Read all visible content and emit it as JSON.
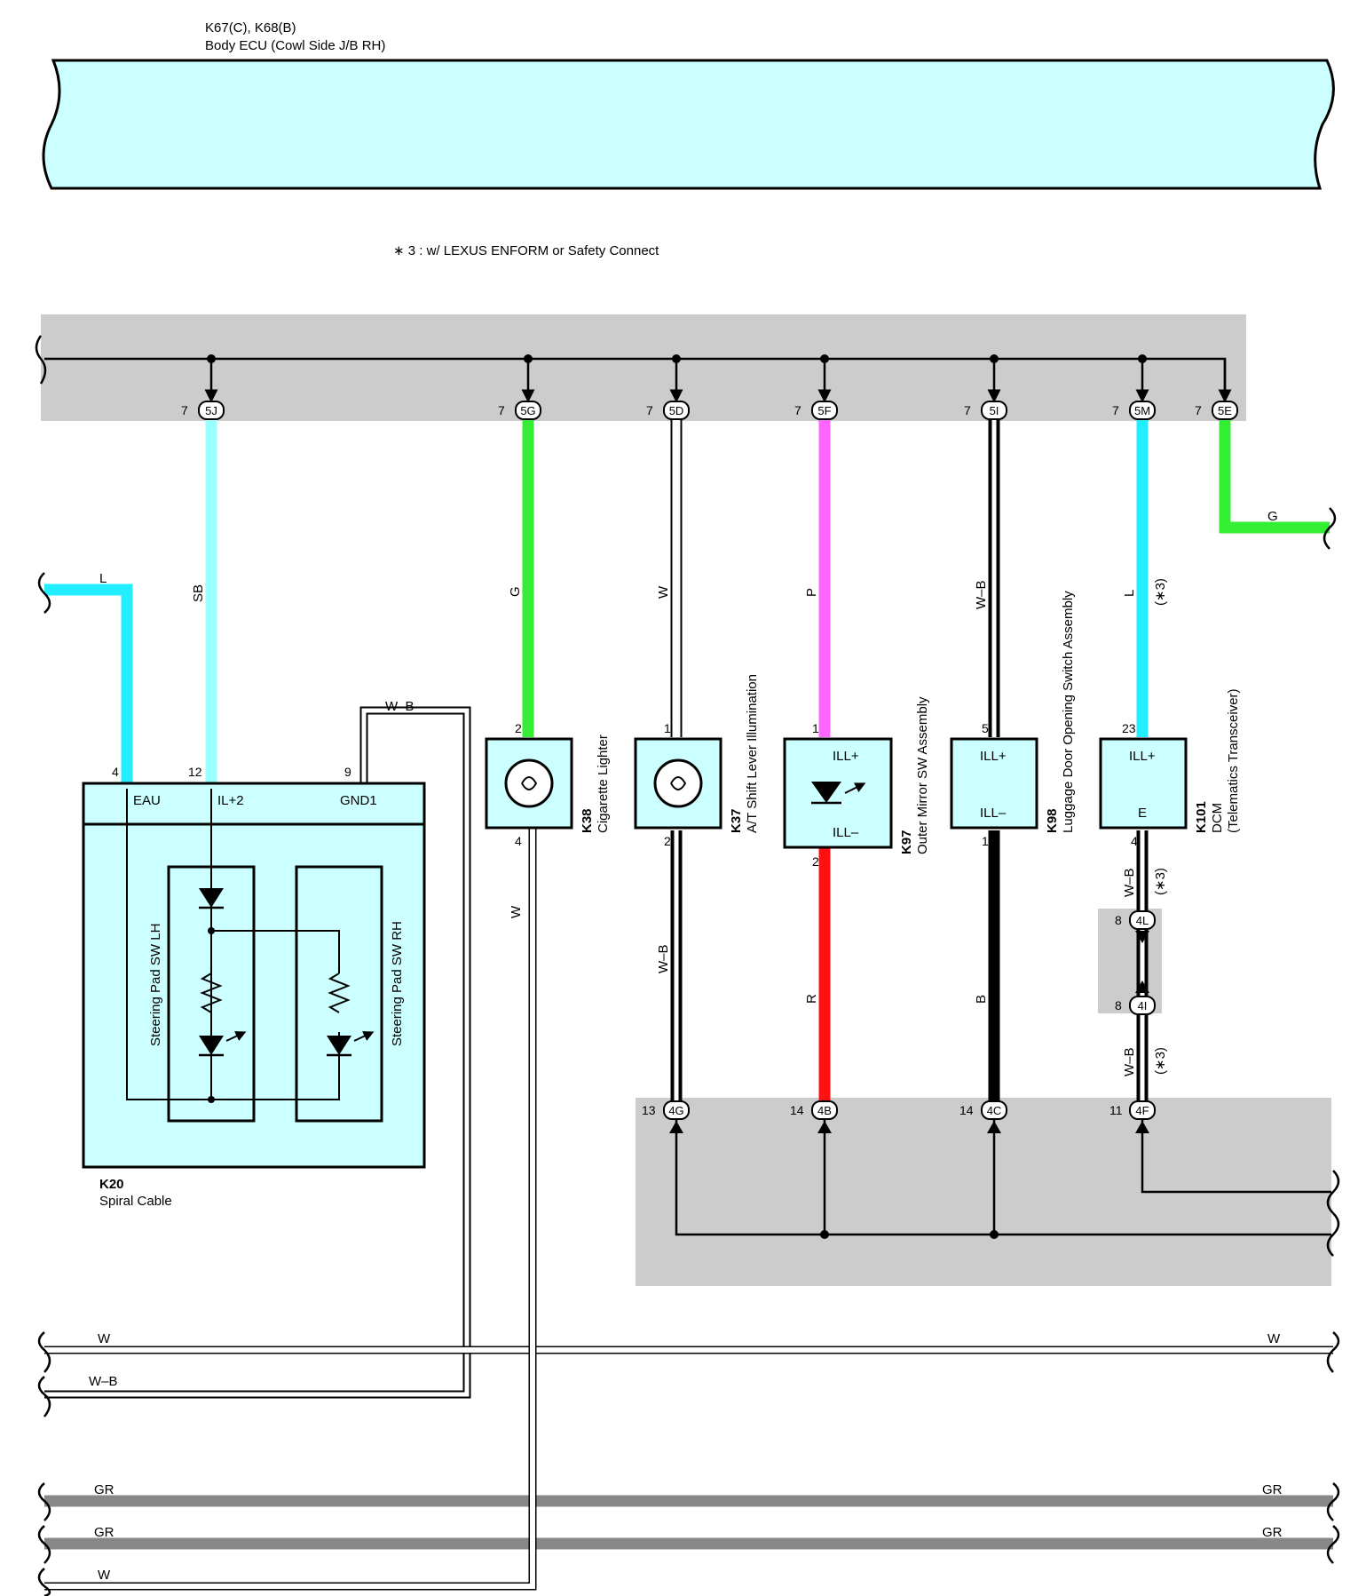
{
  "header": {
    "ecu_code": "K67(C), K68(B)",
    "ecu_name": "Body ECU (Cowl Side J/B RH)",
    "note": "∗ 3 : w/ LEXUS ENFORM or Safety Connect"
  },
  "top_junctions": [
    {
      "pin": "7",
      "code": "5J"
    },
    {
      "pin": "7",
      "code": "5G"
    },
    {
      "pin": "7",
      "code": "5D"
    },
    {
      "pin": "7",
      "code": "5F"
    },
    {
      "pin": "7",
      "code": "5I"
    },
    {
      "pin": "7",
      "code": "5M"
    },
    {
      "pin": "7",
      "code": "5E"
    }
  ],
  "wires": {
    "sb": "SB",
    "g1": "G",
    "w1": "W",
    "p": "P",
    "wb1": "W–B",
    "l1": "L",
    "note3a": "(∗3)",
    "g2": "G",
    "l_left": "L",
    "wb_gnd": "W–B",
    "w_k38": "W",
    "wb_k37": "W–B",
    "r": "R",
    "b": "B",
    "wb_k101a": "W–B",
    "note3b": "(∗3)",
    "wb_k101b": "W–B",
    "note3c": "(∗3)"
  },
  "k20": {
    "code": "K20",
    "name": "Spiral Cable",
    "pins": [
      "4",
      "12",
      "9"
    ],
    "terms": [
      "EAU",
      "IL+2",
      "GND1"
    ],
    "sw_lh": "Steering Pad SW LH",
    "sw_rh": "Steering Pad SW RH"
  },
  "k38": {
    "code": "K38",
    "name": "Cigarette Lighter",
    "pin_top": "2",
    "pin_bot": "4"
  },
  "k37": {
    "code": "K37",
    "name": "A/T Shift Lever Illumination",
    "pin_top": "1",
    "pin_bot": "2"
  },
  "k97": {
    "code": "K97",
    "name": "Outer Mirror SW Assembly",
    "pin_top": "1",
    "pin_bot": "2",
    "t1": "ILL+",
    "t2": "ILL–"
  },
  "k98": {
    "code": "K98",
    "name": "Luggage Door Opening Switch Assembly",
    "pin_top": "5",
    "pin_bot": "1",
    "t1": "ILL+",
    "t2": "ILL–"
  },
  "k101": {
    "code": "K101",
    "name": "DCM",
    "name2": "(Telematics Transceiver)",
    "pin_top": "23",
    "pin_bot": "4",
    "t1": "ILL+",
    "t2": "E"
  },
  "mid_connectors": [
    {
      "pin": "8",
      "code": "4L"
    },
    {
      "pin": "8",
      "code": "4I"
    }
  ],
  "bottom_junctions": [
    {
      "pin": "13",
      "code": "4G"
    },
    {
      "pin": "14",
      "code": "4B"
    },
    {
      "pin": "14",
      "code": "4C"
    },
    {
      "pin": "11",
      "code": "4F"
    }
  ],
  "bus": {
    "w_left": "W",
    "w_right": "W",
    "wb_left": "W–B",
    "gr1_left": "GR",
    "gr1_right": "GR",
    "gr2_left": "GR",
    "gr2_right": "GR",
    "w_bottom": "W"
  },
  "colors": {
    "ecu_fill": "#ccffff",
    "jb_fill": "#cccccc",
    "sb": "#99ffff",
    "g": "#33ee33",
    "p": "#ff66ff",
    "l": "#22eeff",
    "r": "#ff1111",
    "gr": "#888888"
  }
}
